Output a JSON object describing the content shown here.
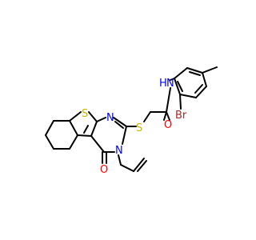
{
  "colors": {
    "bond": "#000000",
    "S": "#c8b400",
    "N": "#0000ff",
    "O": "#ff0000",
    "Br": "#a52a2a",
    "background": "#ffffff"
  },
  "atoms": {
    "S_thiophene": "S",
    "N_ring_top": "N",
    "S_thioether": "S",
    "N_ring_bottom": "N",
    "O_ring_carbonyl": "O",
    "O_amide": "O",
    "NH_amide": "N",
    "H_amide": "H",
    "Br": "Br"
  }
}
